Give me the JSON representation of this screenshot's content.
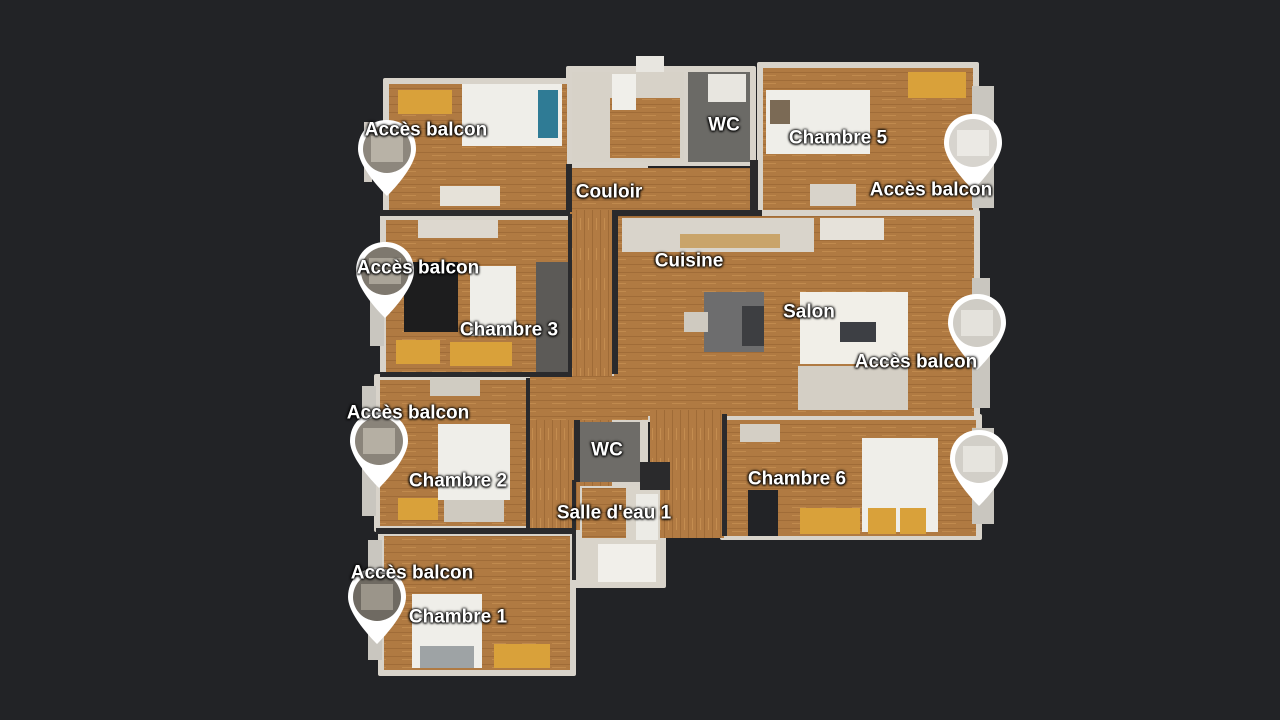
{
  "viewer": {
    "mode": "floorplan",
    "background": "#222326"
  },
  "colors": {
    "floor_wood": "#b07a42",
    "floor_wood_dark": "#8e5e2f",
    "wall": "#e8e4dc",
    "furniture_white": "#efeee9",
    "furniture_yellow": "#d9a13a",
    "pin": "#ffffff",
    "label": "#ffffff"
  },
  "rooms": {
    "couloir": "Couloir",
    "cuisine": "Cuisine",
    "salon": "Salon",
    "wc_top": "WC",
    "wc_mid": "WC",
    "salle_eau_1": "Salle d'eau 1",
    "chambre_1": "Chambre 1",
    "chambre_2": "Chambre 2",
    "chambre_3": "Chambre 3",
    "chambre_5": "Chambre 5",
    "chambre_6": "Chambre 6"
  },
  "balconies": {
    "b1": "Accès balcon",
    "b2": "Accès balcon",
    "b3": "Accès balcon",
    "b4": "Accès balcon",
    "b5": "Accès balcon",
    "b6": "Accès balcon"
  },
  "icons": {
    "pin": "map-pin-icon"
  }
}
